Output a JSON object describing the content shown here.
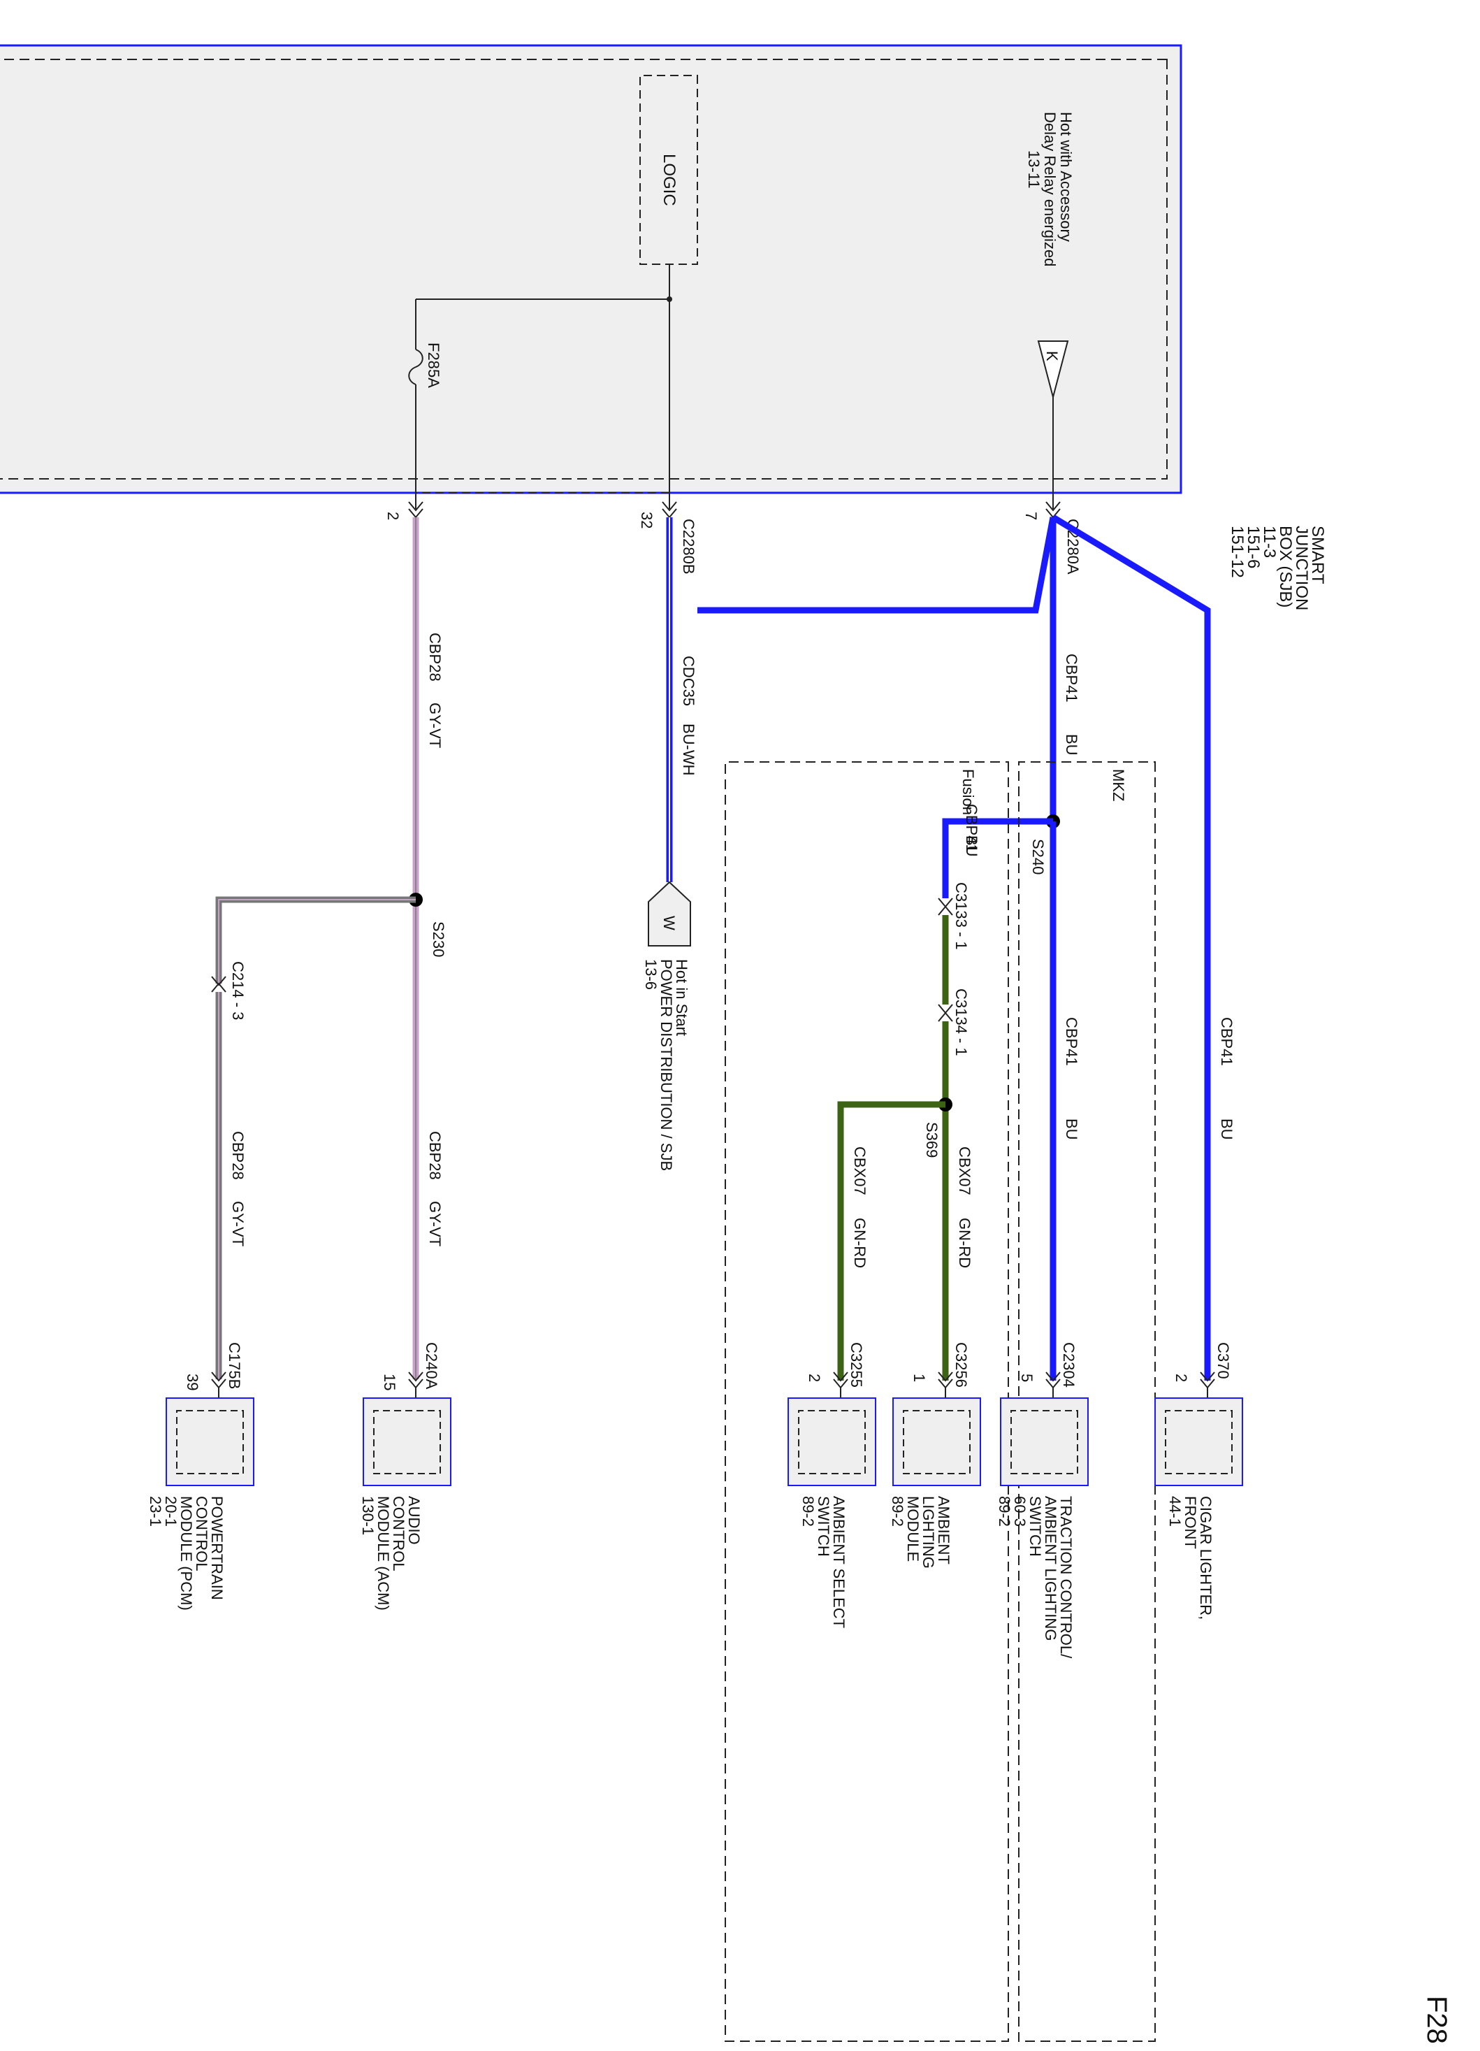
{
  "page_label": "F28",
  "sjb": {
    "name_lines": [
      "SMART",
      "JUNCTION",
      "BOX (SJB)",
      "11-3",
      "151-6",
      "151-12"
    ],
    "logic": "LOGIC",
    "hot_note": [
      "Hot with Accessory",
      "Delay Relay energized",
      "13-11"
    ],
    "k_label": "K",
    "fuse_name": "F28",
    "fuse_rating": "5A",
    "pins": {
      "p2": "2",
      "p32": "32",
      "p7": "7"
    },
    "conn_b": "C2280B",
    "conn_a": "C2280A"
  },
  "circuits": {
    "cdc35": "CDC35",
    "cdc35_color": "BU-WH",
    "cbp28": "CBP28",
    "cbp28_color": "GY-VT",
    "cbp41": "CBP41",
    "cbp41_color": "BU",
    "cbx07": "CBX07",
    "cbx07_color": "GN-RD"
  },
  "splices": {
    "s230": "S230",
    "s240": "S240",
    "s369": "S369"
  },
  "inline": {
    "c214": "C214 - 3",
    "c3133": "C3133 - 1",
    "c3134": "C3134 - 1"
  },
  "power_dist": {
    "w_label": "W",
    "lines": [
      "Hot in Start",
      "POWER DISTRIBUTION / SJB",
      "13-6"
    ]
  },
  "groups": {
    "fusion": "Fusion",
    "mkz": "MKZ"
  },
  "components": [
    {
      "conn": "C175B",
      "pin": "39",
      "lines": [
        "POWERTRAIN",
        "CONTROL",
        "MODULE (PCM)",
        "20-1",
        "23-1"
      ]
    },
    {
      "conn": "C240A",
      "pin": "15",
      "lines": [
        "AUDIO",
        "CONTROL",
        "MODULE (ACM)",
        "130-1"
      ]
    },
    {
      "conn": "C3255",
      "pin": "2",
      "lines": [
        "AMBIENT SELECT",
        "SWITCH",
        "89-2"
      ]
    },
    {
      "conn": "C3256",
      "pin": "1",
      "lines": [
        "AMBIENT",
        "LIGHTING",
        "MODULE",
        "89-2"
      ]
    },
    {
      "conn": "C2304",
      "pin": "5",
      "lines": [
        "TRACTION CONTROL/",
        "AMBIENT LIGHTING",
        "SWITCH",
        "60-3",
        "89-2"
      ]
    },
    {
      "conn": "C370",
      "pin": "2",
      "lines": [
        "CIGAR LIGHTER,",
        "FRONT",
        "44-1"
      ]
    }
  ],
  "colors": {
    "blue": "#1a1aff",
    "pink": "#c9a0c9",
    "green": "#3c6414",
    "grey": "#777777",
    "box_fill": "#efefef"
  }
}
